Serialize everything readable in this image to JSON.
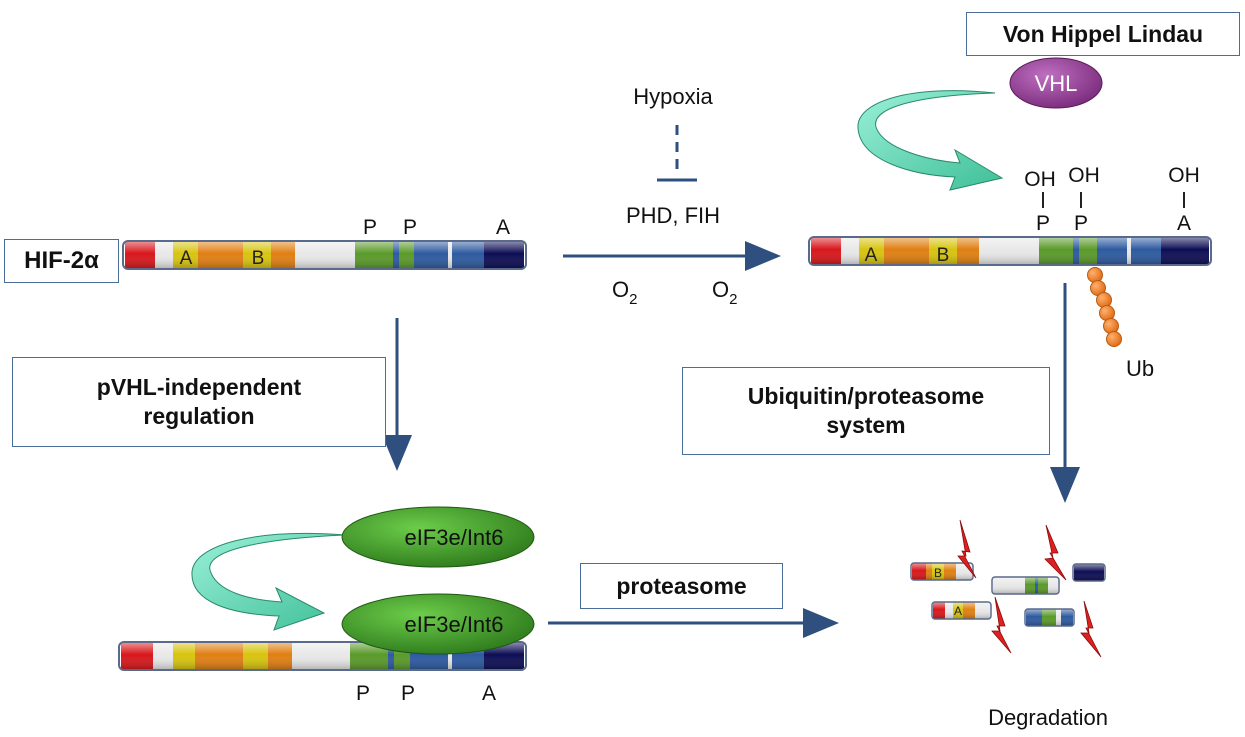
{
  "labels": {
    "hif": "HIF-2α",
    "hypoxia": "Hypoxia",
    "phd_fih": "PHD, FIH",
    "o2_left": "O",
    "o2_right": "O",
    "o2_sub": "2",
    "vhl_title": "Von Hippel Lindau",
    "vhl": "VHL",
    "pvhl_line1": "pVHL-independent",
    "pvhl_line2": "regulation",
    "ubiq_line1": "Ubiquitin/proteasome",
    "ubiq_line2": "system",
    "eif_top": "eIF3e/Int6",
    "eif_bottom": "eIF3e/Int6",
    "proteasome": "proteasome",
    "ub": "Ub",
    "degradation": "Degradation",
    "oh": "OH",
    "p": "P",
    "a": "A",
    "b": "B"
  },
  "colors": {
    "arrow": "#2f4f7f",
    "red": "#d8171b",
    "orange": "#e07f12",
    "yellow": "#d8c40e",
    "green": "#5a9a2a",
    "blue": "#2d5aa0",
    "navy": "#0d0d55",
    "white_seg": "#e8e8e8",
    "teal": "#5fd4b0",
    "vhl_purple": "#9a3b9a",
    "eif_green": "#3f9a2a",
    "ub_orange": "#ee7f22",
    "bolt": "#e02020"
  }
}
